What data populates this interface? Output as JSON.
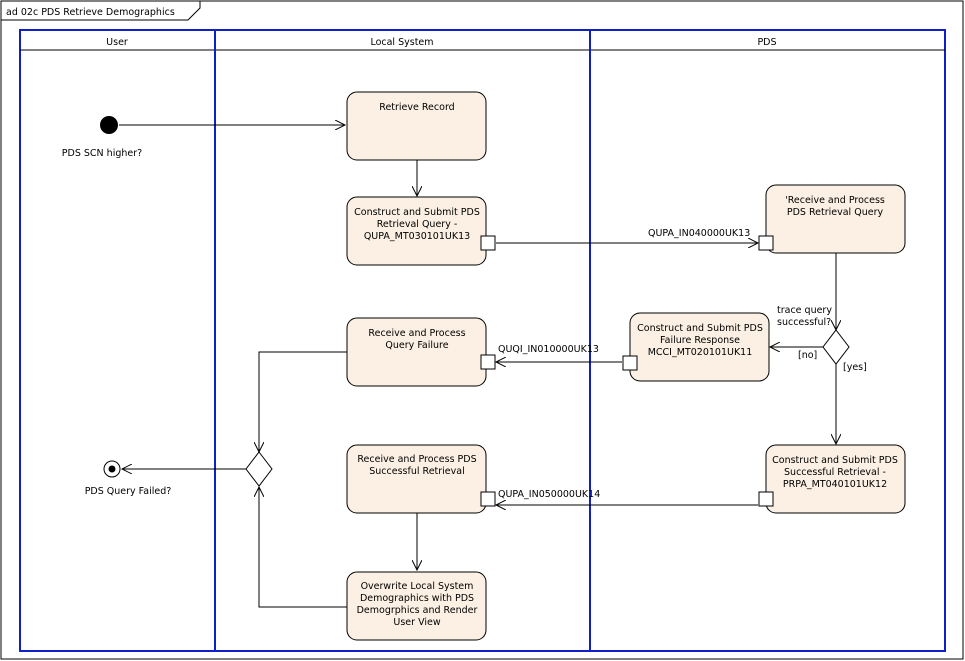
{
  "frame": {
    "title": "ad 02c PDS Retrieve Demographics"
  },
  "lanes": {
    "user": "User",
    "local": "Local System",
    "pds": "PDS"
  },
  "nodes": {
    "start_label": "PDS SCN higher?",
    "end_label": "PDS Query Failed?",
    "retrieve_record": [
      "Retrieve Record"
    ],
    "construct_query": [
      "Construct and Submit PDS",
      "Retrieval Query -",
      "QUPA_MT030101UK13"
    ],
    "receive_process_query": [
      "'Receive and Process",
      "PDS Retrieval Query"
    ],
    "construct_failure": [
      "Construct and Submit PDS",
      "Failure Response",
      "MCCI_MT020101UK11"
    ],
    "receive_failure": [
      "Receive and Process",
      "Query Failure"
    ],
    "construct_success": [
      "Construct and Submit PDS",
      "Successful Retrieval -",
      "PRPA_MT040101UK12"
    ],
    "receive_success": [
      "Receive and Process  PDS",
      "Successful Retrieval"
    ],
    "overwrite": [
      "Overwrite Local System",
      "Demographics with PDS",
      "Demogrphics and Render",
      "User View"
    ]
  },
  "edges": {
    "msg_query": "QUPA_IN040000UK13",
    "msg_failure": "QUQI_IN010000UK13",
    "msg_success": "QUPA_IN050000UK14",
    "decision_question": [
      "trace query",
      "successful?"
    ],
    "guard_no": "[no]",
    "guard_yes": "[yes]"
  }
}
